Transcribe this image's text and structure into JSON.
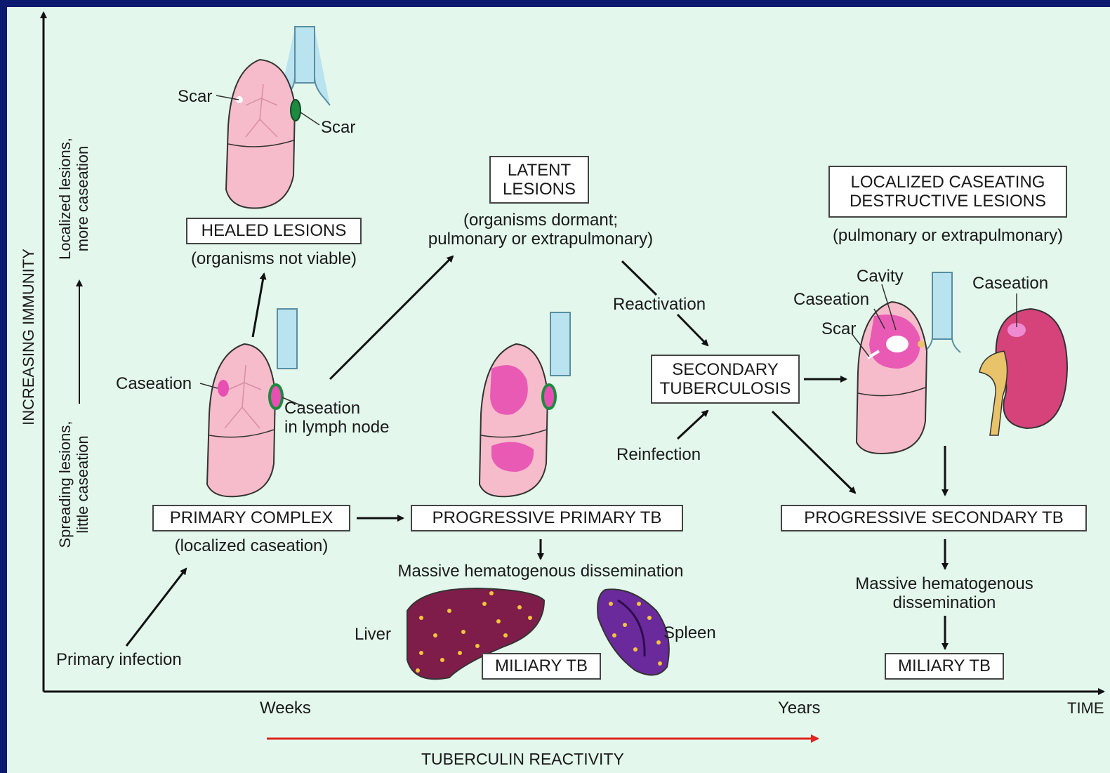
{
  "colors": {
    "frame": "#0b1a6e",
    "background": "#e3f7ec",
    "lung": "#f6bccb",
    "caseation": "#e84fb2",
    "trachea": "#b9e3ef",
    "lymph_node": "#1d8a3f",
    "liver": "#7e1d49",
    "spleen": "#6a2a9c",
    "kidney": "#d6437a",
    "ureter": "#e8c36a",
    "tuberculin_arrow": "#e0241f"
  },
  "axes": {
    "y_label": "INCREASING IMMUNITY",
    "y_low": "Spreading lesions,\nlittle caseation",
    "y_high": "Localized lesions,\nmore caseation",
    "x_weeks": "Weeks",
    "x_years": "Years",
    "x_time": "TIME",
    "tuberculin": "TUBERCULIN REACTIVITY"
  },
  "nodes": {
    "healed_title": "HEALED LESIONS",
    "healed_sub": "(organisms not viable)",
    "latent_title": "LATENT\nLESIONS",
    "latent_sub": "(organisms dormant;\npulmonary or extrapulmonary)",
    "localized_title": "LOCALIZED CASEATING\nDESTRUCTIVE LESIONS",
    "localized_sub": "(pulmonary or extrapulmonary)",
    "primary_complex": "PRIMARY COMPLEX",
    "primary_complex_sub": "(localized caseation)",
    "progressive_primary": "PROGRESSIVE PRIMARY TB",
    "secondary_tb": "SECONDARY\nTUBERCULOSIS",
    "progressive_secondary": "PROGRESSIVE SECONDARY TB",
    "massive_dissemination_1": "Massive hematogenous dissemination",
    "massive_dissemination_2": "Massive hematogenous\ndissemination",
    "miliary_1": "MILIARY TB",
    "miliary_2": "MILIARY TB",
    "primary_infection": "Primary infection",
    "reactivation": "Reactivation",
    "reinfection": "Reinfection"
  },
  "labels": {
    "scar_top_left": "Scar",
    "scar_top_right": "Scar",
    "caseation_primary": "Caseation",
    "caseation_lymph": "Caseation\nin lymph node",
    "cavity": "Cavity",
    "caseation_secondary": "Caseation",
    "scar_secondary": "Scar",
    "caseation_kidney": "Caseation",
    "liver": "Liver",
    "spleen": "Spleen"
  }
}
